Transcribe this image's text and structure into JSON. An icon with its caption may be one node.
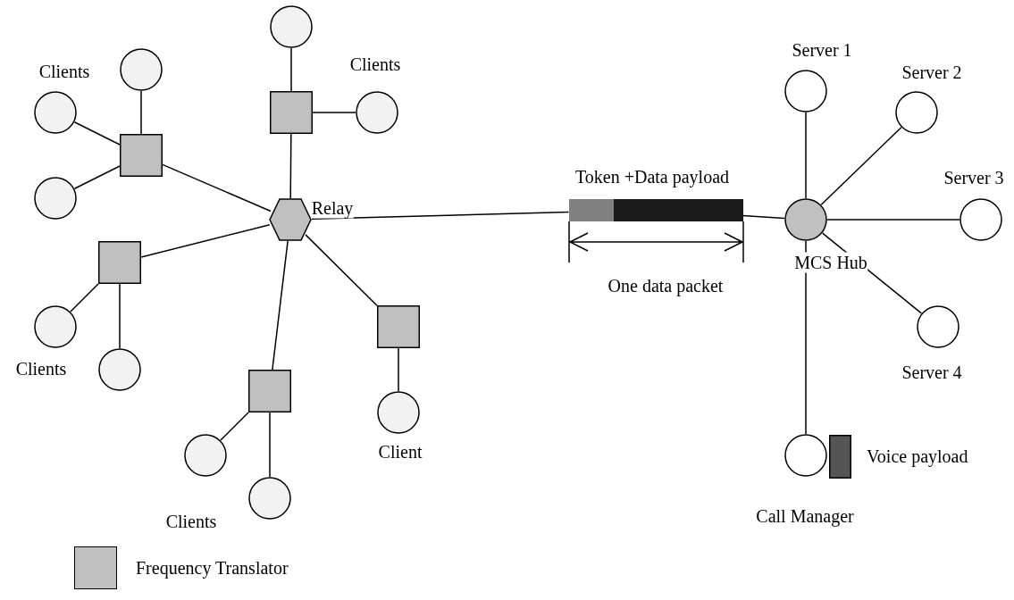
{
  "diagram": {
    "nodes": [
      {
        "text": [],
        "shape": "circle"
      },
      {
        "text": [],
        "shape": "circle"
      },
      {
        "text": [],
        "shape": "circle"
      },
      {
        "text": [],
        "shape": "box"
      },
      {
        "text": [],
        "shape": "circle"
      },
      {
        "text": [],
        "shape": "box"
      },
      {
        "text": [],
        "shape": "circle"
      },
      {
        "text": [
          "Relay"
        ]
      },
      {
        "text": [
          "Token +Data payload"
        ]
      },
      {
        "text": [
          "MCS Hub"
        ]
      },
      {
        "text": [
          "Server 1"
        ]
      },
      {
        "text": [
          "Server 2"
        ]
      },
      {
        "text": [
          "Server 3"
        ]
      },
      {
        "text": [
          "Server 4"
        ]
      },
      {
        "text": [],
        "shape": "box"
      },
      {
        "text": [],
        "shape": "circle"
      },
      {
        "text": [],
        "shape": "circle"
      },
      {
        "text": [],
        "shape": "box"
      },
      {
        "text": [],
        "shape": "box"
      },
      {
        "text": [
          "Client"
        ]
      },
      {
        "text": [],
        "shape": "circle"
      },
      {
        "text": [],
        "shape": "circle"
      },
      {
        "text": [
          "Call Manager"
        ]
      },
      {
        "text": [
          "Voice payload"
        ]
      }
    ],
    "edges": [
      {
        "from": 5,
        "to": 0,
        "arrow": "none"
      },
      {
        "from": 5,
        "to": 2,
        "arrow": "none"
      },
      {
        "from": 5,
        "to": 6,
        "arrow": "none"
      },
      {
        "from": 3,
        "to": 1,
        "arrow": "none"
      },
      {
        "from": 3,
        "to": 4,
        "arrow": "none"
      },
      {
        "from": 7,
        "to": 5,
        "arrow": "none"
      },
      {
        "from": 7,
        "to": 3,
        "arrow": "none"
      },
      {
        "from": 7,
        "to": 14,
        "arrow": "none"
      },
      {
        "from": 14,
        "to": 15,
        "arrow": "none"
      },
      {
        "from": 14,
        "to": 16,
        "arrow": "none"
      },
      {
        "from": 7,
        "to": 18,
        "arrow": "none"
      },
      {
        "from": 18,
        "to": 20,
        "arrow": "none"
      },
      {
        "from": 18,
        "to": 21,
        "arrow": "none"
      },
      {
        "from": 7,
        "to": 17,
        "arrow": "none"
      },
      {
        "from": 17,
        "to": 19,
        "arrow": "none"
      },
      {
        "from": 7,
        "to": 8,
        "arrow": "none"
      },
      {
        "from": 8,
        "to": 9,
        "arrow": "none"
      },
      {
        "from": 9,
        "to": 10,
        "arrow": "none"
      },
      {
        "from": 9,
        "to": 11,
        "arrow": "none"
      },
      {
        "from": 9,
        "to": 12,
        "arrow": "none"
      },
      {
        "from": 9,
        "to": 13,
        "arrow": "none"
      },
      {
        "from": 9,
        "to": 22,
        "arrow": "none"
      }
    ],
    "labels": [
      "Clients",
      "Clients",
      "One data packet",
      "Clients",
      "Clients"
    ],
    "legend": [
      {
        "text": "Frequency Translator",
        "color": "#c0c0c0"
      }
    ]
  }
}
